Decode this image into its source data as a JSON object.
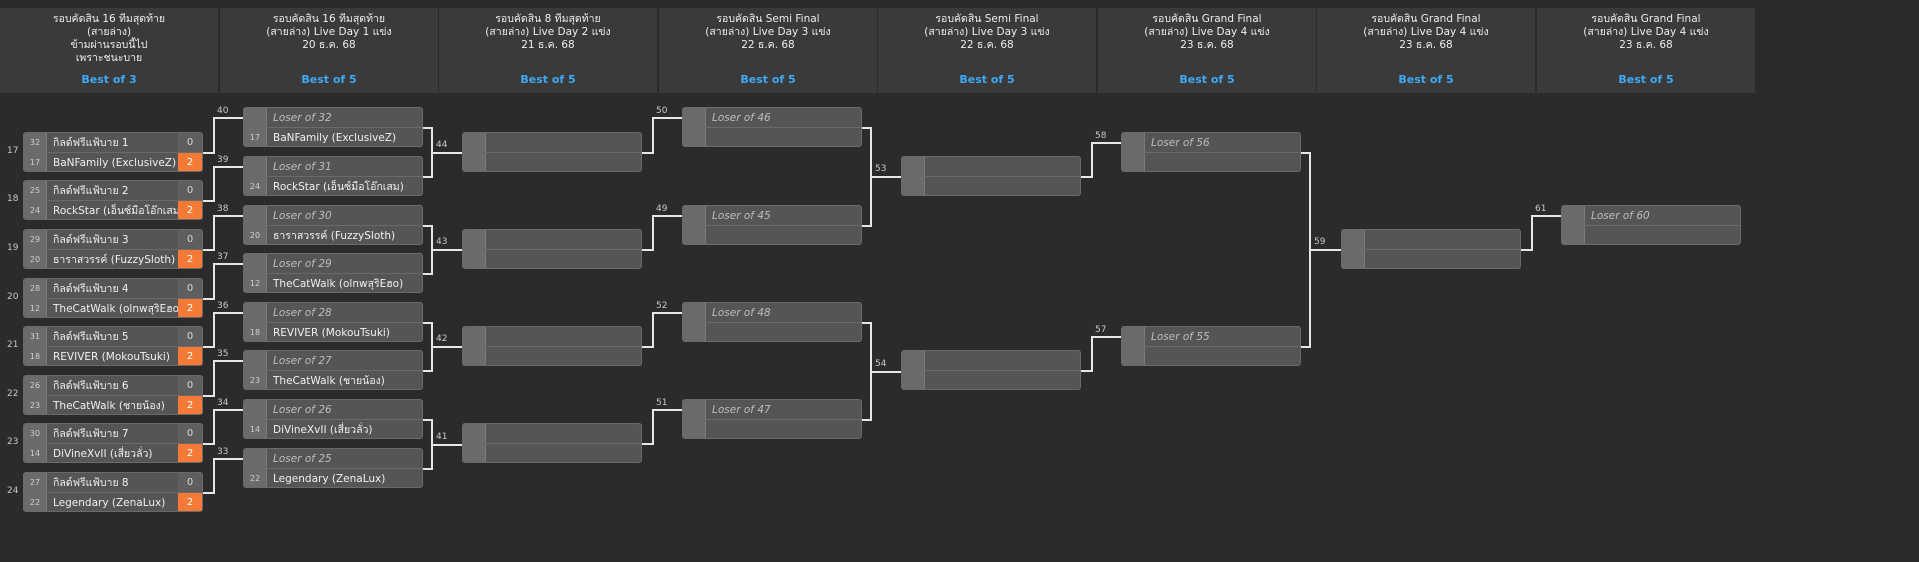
{
  "headers": [
    {
      "title": "รอบคัดสิน 16 ทีมสุดท้าย\n(สายล่าง)\nข้ามผ่านรอบนี้ไป\nเพราะชนะบาย",
      "best": "Best of 3"
    },
    {
      "title": "รอบคัดสิน 16 ทีมสุดท้าย\n(สายล่าง) Live Day 1 แข่ง\n20 ธ.ค. 68",
      "best": "Best of 5"
    },
    {
      "title": "รอบคัดสิน 8 ทีมสุดท้าย\n(สายล่าง) Live Day 2 แข่ง\n21 ธ.ค. 68",
      "best": "Best of 5"
    },
    {
      "title": "รอบคัดสิน Semi Final\n(สายล่าง) Live Day 3 แข่ง\n22 ธ.ค. 68",
      "best": "Best of 5"
    },
    {
      "title": "รอบคัดสิน Semi Final\n(สายล่าง) Live Day 3 แข่ง\n22 ธ.ค. 68",
      "best": "Best of 5"
    },
    {
      "title": "รอบคัดสิน Grand Final\n(สายล่าง) Live Day 4 แข่ง\n23 ธ.ค. 68",
      "best": "Best of 5"
    },
    {
      "title": "รอบคัดสิน Grand Final\n(สายล่าง) Live Day 4 แข่ง\n23 ธ.ค. 68",
      "best": "Best of 5"
    },
    {
      "title": "รอบคัดสิน Grand Final\n(สายล่าง) Live Day 4 แข่ง\n23 ธ.ค. 68",
      "best": "Best of 5"
    }
  ],
  "matches": [
    {
      "id": "17",
      "col": 0,
      "top": {
        "seed": "32",
        "name": "กิลด์ฟรีแฟ้บาย 1",
        "score": "0"
      },
      "bot": {
        "seed": "17",
        "name": "BaNFamily (ExclusiveZ)",
        "score": "2",
        "win": true
      }
    },
    {
      "id": "18",
      "col": 0,
      "top": {
        "seed": "25",
        "name": "กิลด์ฟรีแฟ้บาย 2",
        "score": "0"
      },
      "bot": {
        "seed": "24",
        "name": "RockStar (เอ็นซ์มือโอ๊กเสม)",
        "score": "2",
        "win": true
      }
    },
    {
      "id": "19",
      "col": 0,
      "top": {
        "seed": "29",
        "name": "กิลด์ฟรีแฟ้บาย 3",
        "score": "0"
      },
      "bot": {
        "seed": "20",
        "name": "ธาราสวรรค์ (FuzzySloth)",
        "score": "2",
        "win": true
      }
    },
    {
      "id": "20",
      "col": 0,
      "top": {
        "seed": "28",
        "name": "กิลด์ฟรีแฟ้บาย 4",
        "score": "0"
      },
      "bot": {
        "seed": "12",
        "name": "TheCatWalk (olnwสุริEฮo)",
        "score": "2",
        "win": true
      }
    },
    {
      "id": "21",
      "col": 0,
      "top": {
        "seed": "31",
        "name": "กิลด์ฟรีแฟ้บาย 5",
        "score": "0"
      },
      "bot": {
        "seed": "18",
        "name": "REVIVER (MokouTsuki)",
        "score": "2",
        "win": true
      }
    },
    {
      "id": "22",
      "col": 0,
      "top": {
        "seed": "26",
        "name": "กิลด์ฟรีแฟ้บาย 6",
        "score": "0"
      },
      "bot": {
        "seed": "23",
        "name": "TheCatWalk (ชายน้อง)",
        "score": "2",
        "win": true
      }
    },
    {
      "id": "23",
      "col": 0,
      "top": {
        "seed": "30",
        "name": "กิลด์ฟรีแฟ้บาย 7",
        "score": "0"
      },
      "bot": {
        "seed": "14",
        "name": "DiVineXvII (เสี่ยวลั่ว)",
        "score": "2",
        "win": true
      }
    },
    {
      "id": "24",
      "col": 0,
      "top": {
        "seed": "27",
        "name": "กิลด์ฟรีแฟ้บาย 8",
        "score": "0"
      },
      "bot": {
        "seed": "22",
        "name": "Legendary (ZenaLux)",
        "score": "2",
        "win": true
      }
    },
    {
      "id": "40",
      "col": 1,
      "top": {
        "seed": "",
        "name": "Loser of 32",
        "ph": true
      },
      "bot": {
        "seed": "17",
        "name": "BaNFamily (ExclusiveZ)"
      }
    },
    {
      "id": "39",
      "col": 1,
      "top": {
        "seed": "",
        "name": "Loser of 31",
        "ph": true
      },
      "bot": {
        "seed": "24",
        "name": "RockStar (เอ็นซ์มือโอ๊กเสม)"
      }
    },
    {
      "id": "38",
      "col": 1,
      "top": {
        "seed": "",
        "name": "Loser of 30",
        "ph": true
      },
      "bot": {
        "seed": "20",
        "name": "ธาราสวรรค์ (FuzzySloth)"
      }
    },
    {
      "id": "37",
      "col": 1,
      "top": {
        "seed": "",
        "name": "Loser of 29",
        "ph": true
      },
      "bot": {
        "seed": "12",
        "name": "TheCatWalk (olnwสุริEฮo)"
      }
    },
    {
      "id": "36",
      "col": 1,
      "top": {
        "seed": "",
        "name": "Loser of 28",
        "ph": true
      },
      "bot": {
        "seed": "18",
        "name": "REVIVER (MokouTsuki)"
      }
    },
    {
      "id": "35",
      "col": 1,
      "top": {
        "seed": "",
        "name": "Loser of 27",
        "ph": true
      },
      "bot": {
        "seed": "23",
        "name": "TheCatWalk (ชายน้อง)"
      }
    },
    {
      "id": "34",
      "col": 1,
      "top": {
        "seed": "",
        "name": "Loser of 26",
        "ph": true
      },
      "bot": {
        "seed": "14",
        "name": "DiVineXvII (เสี่ยวลั่ว)"
      }
    },
    {
      "id": "33",
      "col": 1,
      "top": {
        "seed": "",
        "name": "Loser of 25",
        "ph": true
      },
      "bot": {
        "seed": "22",
        "name": "Legendary (ZenaLux)"
      }
    },
    {
      "id": "44",
      "col": 2,
      "top": {
        "seed": "",
        "name": ""
      },
      "bot": {
        "seed": "",
        "name": ""
      }
    },
    {
      "id": "43",
      "col": 2,
      "top": {
        "seed": "",
        "name": ""
      },
      "bot": {
        "seed": "",
        "name": ""
      }
    },
    {
      "id": "42",
      "col": 2,
      "top": {
        "seed": "",
        "name": ""
      },
      "bot": {
        "seed": "",
        "name": ""
      }
    },
    {
      "id": "41",
      "col": 2,
      "top": {
        "seed": "",
        "name": ""
      },
      "bot": {
        "seed": "",
        "name": ""
      }
    },
    {
      "id": "50",
      "col": 3,
      "top": {
        "seed": "",
        "name": "Loser of 46",
        "ph": true
      },
      "bot": {
        "seed": "",
        "name": ""
      }
    },
    {
      "id": "49",
      "col": 3,
      "top": {
        "seed": "",
        "name": "Loser of 45",
        "ph": true
      },
      "bot": {
        "seed": "",
        "name": ""
      }
    },
    {
      "id": "52",
      "col": 3,
      "top": {
        "seed": "",
        "name": "Loser of 48",
        "ph": true
      },
      "bot": {
        "seed": "",
        "name": ""
      }
    },
    {
      "id": "51",
      "col": 3,
      "top": {
        "seed": "",
        "name": "Loser of 47",
        "ph": true
      },
      "bot": {
        "seed": "",
        "name": ""
      }
    },
    {
      "id": "53",
      "col": 4,
      "top": {
        "seed": "",
        "name": ""
      },
      "bot": {
        "seed": "",
        "name": ""
      }
    },
    {
      "id": "54",
      "col": 4,
      "top": {
        "seed": "",
        "name": ""
      },
      "bot": {
        "seed": "",
        "name": ""
      }
    },
    {
      "id": "58",
      "col": 5,
      "top": {
        "seed": "",
        "name": "Loser of 56",
        "ph": true
      },
      "bot": {
        "seed": "",
        "name": ""
      }
    },
    {
      "id": "57",
      "col": 5,
      "top": {
        "seed": "",
        "name": "Loser of 55",
        "ph": true
      },
      "bot": {
        "seed": "",
        "name": ""
      }
    },
    {
      "id": "59",
      "col": 6,
      "top": {
        "seed": "",
        "name": ""
      },
      "bot": {
        "seed": "",
        "name": ""
      }
    },
    {
      "id": "61",
      "col": 7,
      "top": {
        "seed": "",
        "name": "Loser of 60",
        "ph": true
      },
      "bot": {
        "seed": "",
        "name": ""
      }
    }
  ],
  "colors": {
    "background": "#2b2b2b",
    "header": "#3a3a3a",
    "accent": "#3fa9f5",
    "winner": "#f47a35"
  }
}
